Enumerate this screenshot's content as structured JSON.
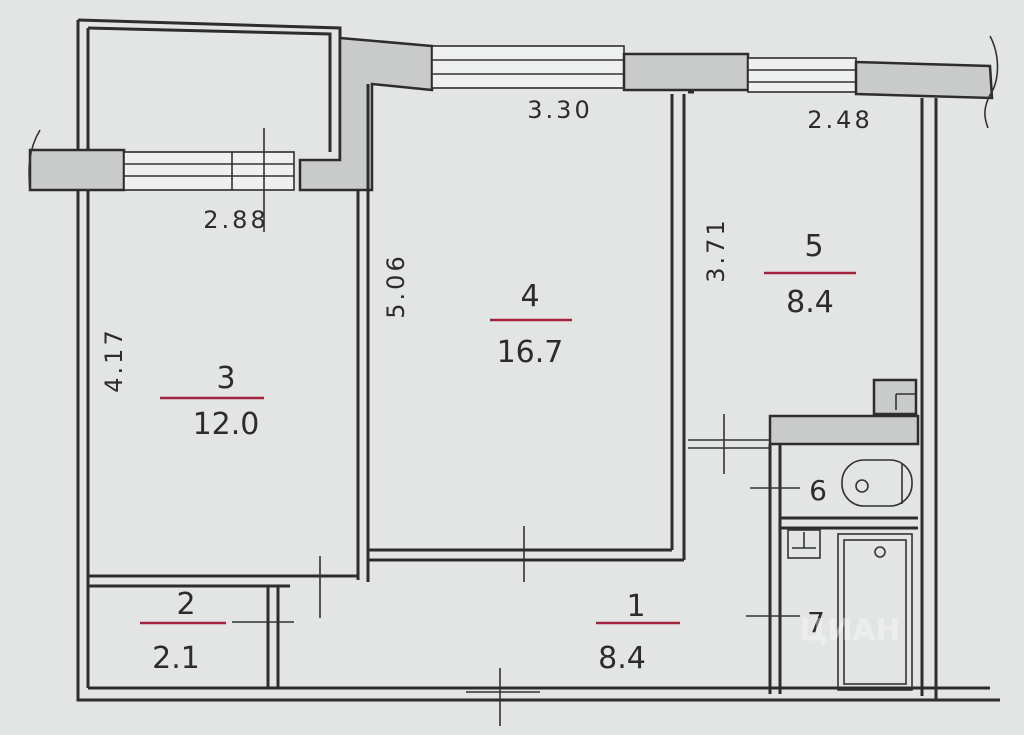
{
  "rooms": [
    {
      "number": "1",
      "area": "8.4"
    },
    {
      "number": "2",
      "area": "2.1"
    },
    {
      "number": "3",
      "area": "12.0"
    },
    {
      "number": "4",
      "area": "16.7"
    },
    {
      "number": "5",
      "area": "8.4"
    }
  ],
  "fixtures": [
    {
      "number": "6"
    },
    {
      "number": "7"
    }
  ],
  "dimensions": {
    "room4_width": "3.30",
    "room5_width": "2.48",
    "room3_width": "2.88",
    "room3_depth": "4.17",
    "room4_depth": "5.06",
    "room5_depth": "3.71"
  },
  "watermark": "ЦИАН"
}
